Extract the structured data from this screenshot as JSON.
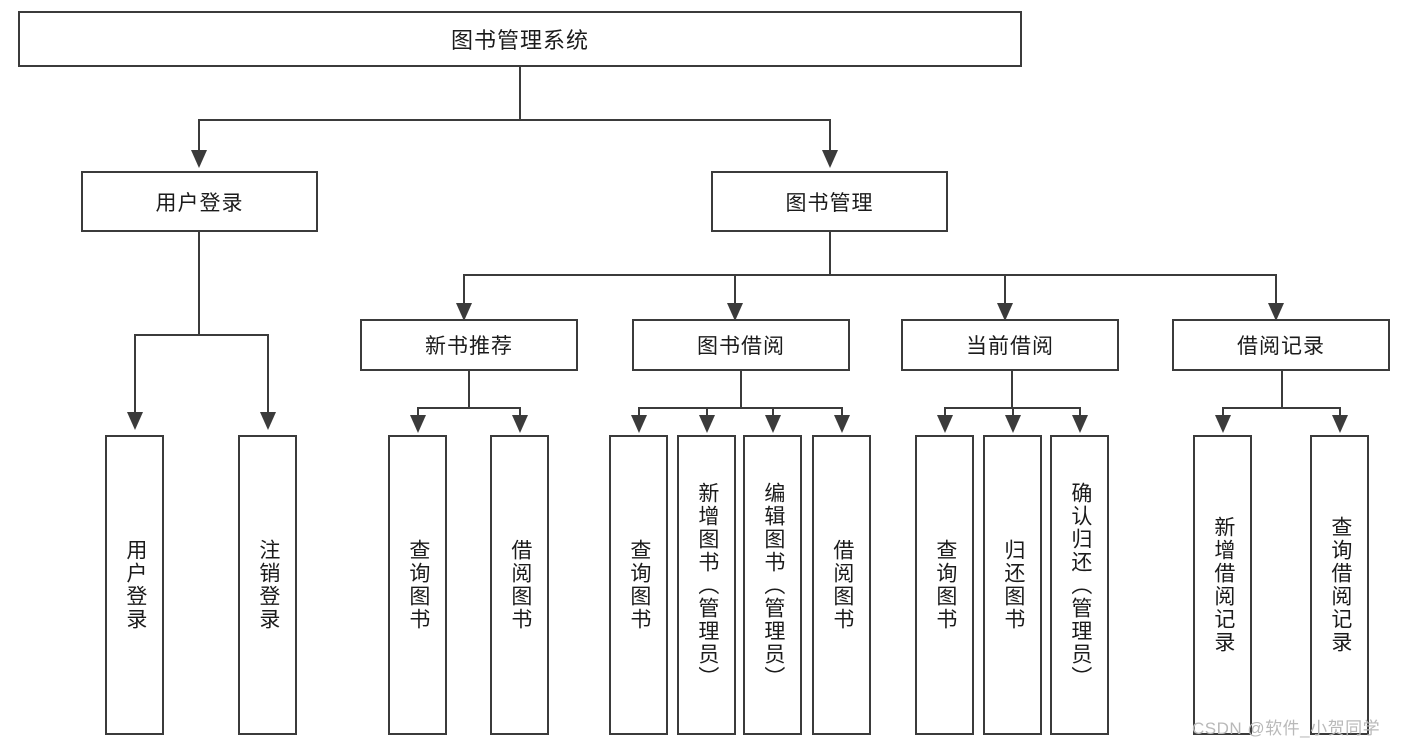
{
  "diagram": {
    "title": "图书管理系统",
    "type": "hierarchy-tree",
    "root": {
      "label": "图书管理系统"
    },
    "level2": [
      {
        "label": "用户登录"
      },
      {
        "label": "图书管理"
      }
    ],
    "level3": [
      {
        "label": "新书推荐"
      },
      {
        "label": "图书借阅"
      },
      {
        "label": "当前借阅"
      },
      {
        "label": "借阅记录"
      }
    ],
    "leaves": {
      "user_login": [
        {
          "label": "用户登录"
        },
        {
          "label": "注销登录"
        }
      ],
      "new_book_recommend": [
        {
          "label": "查询图书"
        },
        {
          "label": "借阅图书"
        }
      ],
      "book_borrow": [
        {
          "label": "查询图书"
        },
        {
          "label": "新增图书（管理员）"
        },
        {
          "label": "编辑图书（管理员）"
        },
        {
          "label": "借阅图书"
        }
      ],
      "current_borrow": [
        {
          "label": "查询图书"
        },
        {
          "label": "归还图书"
        },
        {
          "label": "确认归还（管理员）"
        }
      ],
      "borrow_record": [
        {
          "label": "新增借阅记录"
        },
        {
          "label": "查询借阅记录"
        }
      ]
    },
    "watermark": "CSDN @软件_小贺同学",
    "colors": {
      "stroke": "#3b3b3b",
      "background": "#ffffff",
      "text": "#1b1b1b",
      "watermark": "#b9b9b9"
    }
  }
}
